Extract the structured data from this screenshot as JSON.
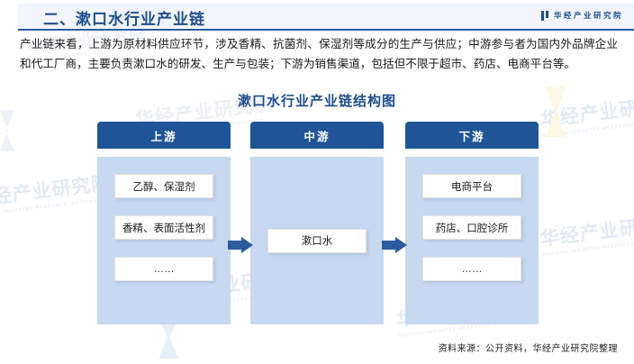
{
  "header": {
    "section_title": "二、漱口水行业产业链",
    "brand_name": "华经产业研究院",
    "brand_icon": "bookmark-logo-icon",
    "accent_color": "#1f4e8c"
  },
  "intro": {
    "paragraph": "产业链来看，上游为原材料供应环节，涉及香精、抗菌剂、保湿剂等成分的生产与供应；中游参与者为国内外品牌企业和代工厂商，主要负责漱口水的研发、生产与包装；下游为销售渠道，包括但不限于超市、药店、电商平台等。"
  },
  "figure": {
    "title": "漱口水行业产业链结构图",
    "header_bg_color": "#1f5597",
    "panel_bg_color": "#c6d9f0",
    "arrow_color": "#2d5c9e",
    "columns": [
      {
        "key": "upstream",
        "label": "上游",
        "nodes": [
          "乙醇、保湿剂",
          "香精、表面活性剂",
          "……"
        ]
      },
      {
        "key": "midstream",
        "label": "中游",
        "nodes": [
          "漱口水"
        ]
      },
      {
        "key": "downstream",
        "label": "下游",
        "nodes": [
          "电商平台",
          "药店、口腔诊所",
          "……"
        ]
      }
    ],
    "arrows": [
      {
        "from": "upstream",
        "to": "midstream",
        "direction": "right"
      },
      {
        "from": "midstream",
        "to": "downstream",
        "direction": "right"
      }
    ]
  },
  "footer": {
    "source": "资料来源：公开资料，华经产业研究院整理"
  },
  "watermark": {
    "text": "华经产业研究院",
    "subtext": "HUAJING INDUSTRY RESEARCH INSTITUTE"
  }
}
